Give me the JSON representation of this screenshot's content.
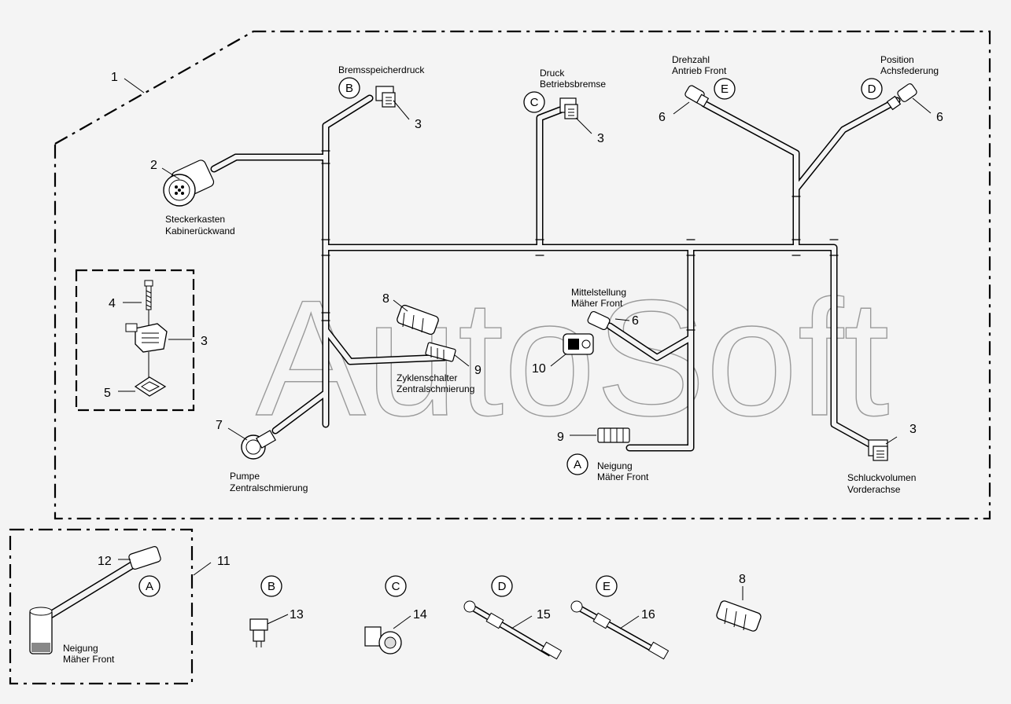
{
  "watermark": "AutoSoft",
  "callouts": {
    "n1": "1",
    "n2": "2",
    "n3a": "3",
    "n3b": "3",
    "n3c": "3",
    "n3d": "3",
    "n4": "4",
    "n5": "5",
    "n6a": "6",
    "n6b": "6",
    "n6c": "6",
    "n7": "7",
    "n8a": "8",
    "n8b": "8",
    "n9a": "9",
    "n9b": "9",
    "n10": "10",
    "n11": "11",
    "n12": "12",
    "n13": "13",
    "n14": "14",
    "n15": "15",
    "n16": "16"
  },
  "circle_letters": {
    "top_b": "B",
    "top_c": "C",
    "top_e": "E",
    "top_d": "D",
    "mid_a": "A",
    "bot_a": "A",
    "bot_b": "B",
    "bot_c": "C",
    "bot_d": "D",
    "bot_e": "E"
  },
  "labels": {
    "bremsspeicherdruck": "Bremsspeicherdruck",
    "druck_l1": "Druck",
    "druck_l2": "Betriebsbremse",
    "drehzahl_l1": "Drehzahl",
    "drehzahl_l2": "Antrieb Front",
    "position_l1": "Position",
    "position_l2": "Achsfederung",
    "steckerkasten_l1": "Steckerkasten",
    "steckerkasten_l2": "Kabinerückwand",
    "mittelstellung_l1": "Mittelstellung",
    "mittelstellung_l2": "Mäher Front",
    "zyklen_l1": "Zyklenschalter",
    "zyklen_l2": "Zentralschmierung",
    "pumpe_l1": "Pumpe",
    "pumpe_l2": "Zentralschmierung",
    "neigung_l1": "Neigung",
    "neigung_l2": "Mäher Front",
    "schluck_l1": "Schluckvolumen",
    "schluck_l2": "Vorderachse",
    "neigung2_l1": "Neigung",
    "neigung2_l2": "Mäher Front"
  }
}
